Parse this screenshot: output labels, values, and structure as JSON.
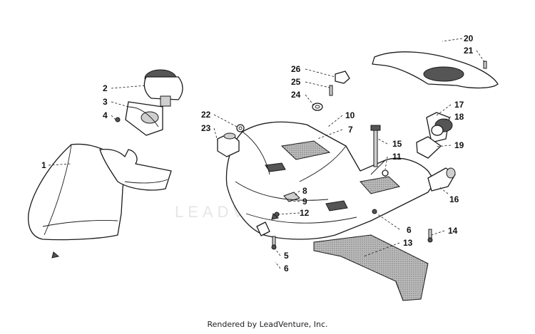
{
  "callouts": {
    "c1": "1",
    "c2": "2",
    "c3": "3",
    "c4": "4",
    "c5": "5",
    "c6a": "6",
    "c6b": "6",
    "c7": "7",
    "c8": "8",
    "c9": "9",
    "c10": "10",
    "c11": "11",
    "c12": "12",
    "c13": "13",
    "c14": "14",
    "c15": "15",
    "c16": "16",
    "c17": "17",
    "c18": "18",
    "c19": "19",
    "c20": "20",
    "c21": "21",
    "c22": "22",
    "c23": "23",
    "c24": "24",
    "c25": "25",
    "c26": "26"
  },
  "watermark": "LEADVENTURE",
  "footer": "Rendered by LeadVenture, Inc.",
  "colors": {
    "line": "#1a1a1a",
    "shade": "#cfcfcf",
    "background": "#ffffff"
  }
}
